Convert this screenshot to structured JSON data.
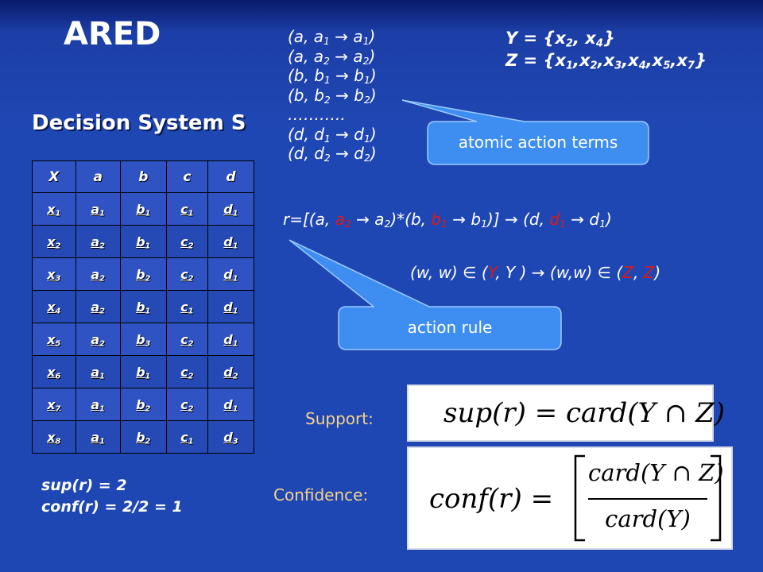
{
  "title": "ARED",
  "subtitle": "Decision System S",
  "table": {
    "headers": [
      "X",
      "a",
      "b",
      "c",
      "d"
    ],
    "rows": [
      {
        "x": "x",
        "xs": "1",
        "a": "a",
        "as": "1",
        "b": "b",
        "bs": "1",
        "c": "c",
        "cs": "1",
        "d": "d",
        "ds": "1"
      },
      {
        "x": "x",
        "xs": "2",
        "a": "a",
        "as": "2",
        "b": "b",
        "bs": "1",
        "c": "c",
        "cs": "2",
        "d": "d",
        "ds": "1"
      },
      {
        "x": "x",
        "xs": "3",
        "a": "a",
        "as": "2",
        "b": "b",
        "bs": "2",
        "c": "c",
        "cs": "2",
        "d": "d",
        "ds": "1"
      },
      {
        "x": "x",
        "xs": "4",
        "a": "a",
        "as": "2",
        "b": "b",
        "bs": "1",
        "c": "c",
        "cs": "1",
        "d": "d",
        "ds": "1"
      },
      {
        "x": "x",
        "xs": "5",
        "a": "a",
        "as": "2",
        "b": "b",
        "bs": "3",
        "c": "c",
        "cs": "2",
        "d": "d",
        "ds": "1"
      },
      {
        "x": "x",
        "xs": "6",
        "a": "a",
        "as": "1",
        "b": "b",
        "bs": "1",
        "c": "c",
        "cs": "2",
        "d": "d",
        "ds": "2"
      },
      {
        "x": "x",
        "xs": "7",
        "a": "a",
        "as": "1",
        "b": "b",
        "bs": "2",
        "c": "c",
        "cs": "2",
        "d": "d",
        "ds": "1"
      },
      {
        "x": "x",
        "xs": "8",
        "a": "a",
        "as": "1",
        "b": "b",
        "bs": "2",
        "c": "c",
        "cs": "1",
        "d": "d",
        "ds": "3"
      }
    ]
  },
  "terms": {
    "lines": [
      {
        "open": "(a, a",
        "s1": "1",
        "mid": " → a",
        "s2": "1",
        "close": ")"
      },
      {
        "open": "(a, a",
        "s1": "2",
        "mid": " → a",
        "s2": "2",
        "close": ")"
      },
      {
        "open": "(b, b",
        "s1": "1",
        "mid": " → b",
        "s2": "1",
        "close": ")"
      },
      {
        "open": "(b, b",
        "s1": "2",
        "mid": " → b",
        "s2": "2",
        "close": ")"
      },
      {
        "open": "………..",
        "s1": "",
        "mid": "",
        "s2": "",
        "close": ""
      },
      {
        "open": "(d, d",
        "s1": "1",
        "mid": " → d",
        "s2": "1",
        "close": ")"
      },
      {
        "open": "(d, d",
        "s1": "2",
        "mid": " → d",
        "s2": "2",
        "close": ")"
      }
    ]
  },
  "sets": {
    "y_prefix": "Y = {x",
    "y_s1": "2",
    "y_sep": ", x",
    "y_s2": "4",
    "y_close": "}",
    "z_prefix": "Z = {x",
    "z_items": [
      "1",
      "2",
      "3",
      "4",
      "5",
      "7"
    ],
    "z_sep": ",x",
    "z_close": "}"
  },
  "callouts": {
    "atomic": "atomic action terms",
    "action_rule": "action rule"
  },
  "rule": {
    "p1": "r=[(a, ",
    "r1": "a",
    "r1s": "2",
    "p2": " → a",
    "p2s": "2",
    "p3": ")*(b, ",
    "r2": "b",
    "r2s": "1",
    "p4": " → b",
    "p4s": "1",
    "p5": ")] → (d, ",
    "r3": "d",
    "r3s": "1",
    "p6": " → d",
    "p6s": "1",
    "p7": ")"
  },
  "ww": {
    "p1": "(w, w)  ∈ (",
    "r1": "Y",
    "p2": ", Y ) → (w,w)  ∈ (",
    "r2": "Z",
    "p3": ", ",
    "r3": "Z",
    "p4": ")"
  },
  "support": {
    "label": "Support:",
    "lhs": "sup(r) = card(Y ∩ Z)"
  },
  "confidence": {
    "label": "Confidence:",
    "lhs": "conf(r) =",
    "numerator": "card(Y ∩ Z)",
    "denominator": "card(Y)"
  },
  "stats": {
    "sup": "sup(r) = 2",
    "conf": "conf(r) = 2/2 = 1"
  },
  "colors": {
    "background": "#1f47b3",
    "callout": "#3d8ef0",
    "highlight": "#d81b1b",
    "label": "#f5d38a"
  }
}
